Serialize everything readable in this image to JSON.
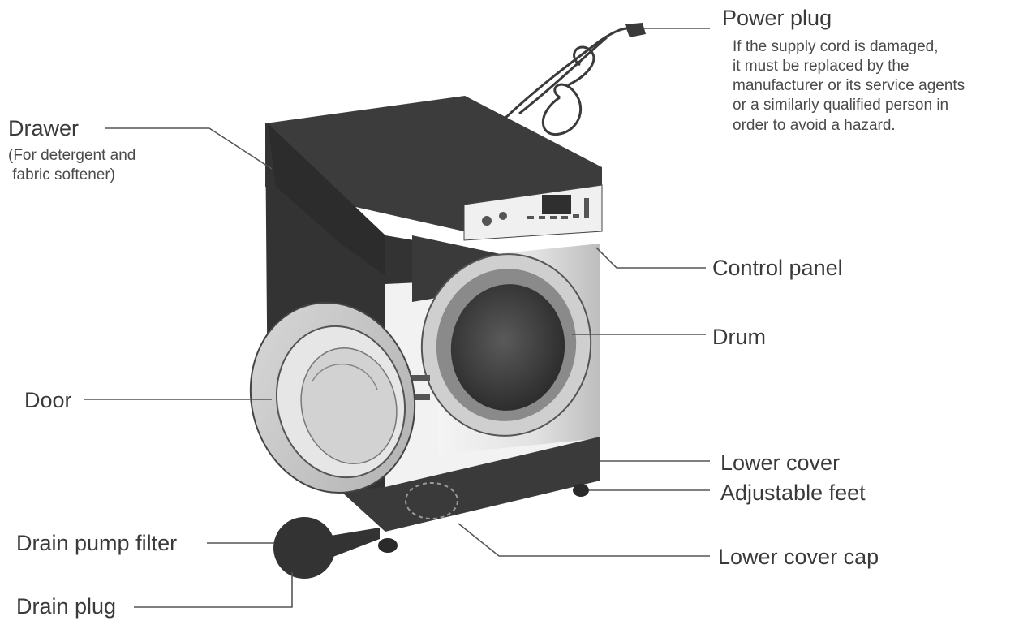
{
  "labels": {
    "power_plug": "Power plug",
    "power_plug_note": [
      "If the supply cord is damaged,",
      "it must be replaced by the",
      "manufacturer or its service agents",
      "or a similarly qualified person in",
      "order to avoid a hazard."
    ],
    "drawer": "Drawer",
    "drawer_note": [
      "(For detergent and",
      " fabric softener)"
    ],
    "control_panel": "Control panel",
    "drum": "Drum",
    "door": "Door",
    "lower_cover": "Lower cover",
    "adjustable_feet": "Adjustable feet",
    "drain_pump_filter": "Drain pump filter",
    "lower_cover_cap": "Lower cover cap",
    "drain_plug": "Drain plug"
  },
  "colors": {
    "cabinet_dark": "#3a3a3a",
    "cabinet_side": "#2e2e2e",
    "door_silver": "#c9c9c9",
    "text": "#3a3a3a"
  }
}
